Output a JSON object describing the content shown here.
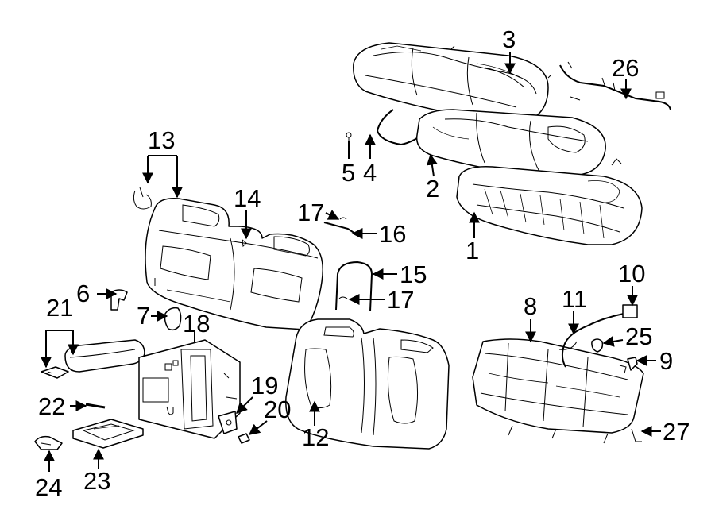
{
  "callouts": [
    {
      "id": "1",
      "text": "1"
    },
    {
      "id": "2",
      "text": "2"
    },
    {
      "id": "3",
      "text": "3"
    },
    {
      "id": "4",
      "text": "4"
    },
    {
      "id": "5",
      "text": "5"
    },
    {
      "id": "6",
      "text": "6"
    },
    {
      "id": "7",
      "text": "7"
    },
    {
      "id": "8",
      "text": "8"
    },
    {
      "id": "9",
      "text": "9"
    },
    {
      "id": "10",
      "text": "10"
    },
    {
      "id": "11",
      "text": "11"
    },
    {
      "id": "12",
      "text": "12"
    },
    {
      "id": "13",
      "text": "13"
    },
    {
      "id": "14",
      "text": "14"
    },
    {
      "id": "15",
      "text": "15"
    },
    {
      "id": "16",
      "text": "16"
    },
    {
      "id": "17a",
      "text": "17"
    },
    {
      "id": "17b",
      "text": "17"
    },
    {
      "id": "18",
      "text": "18"
    },
    {
      "id": "19",
      "text": "19"
    },
    {
      "id": "20",
      "text": "20"
    },
    {
      "id": "21",
      "text": "21"
    },
    {
      "id": "22",
      "text": "22"
    },
    {
      "id": "23",
      "text": "23"
    },
    {
      "id": "24",
      "text": "24"
    },
    {
      "id": "25",
      "text": "25"
    },
    {
      "id": "26",
      "text": "26"
    },
    {
      "id": "27",
      "text": "27"
    }
  ]
}
